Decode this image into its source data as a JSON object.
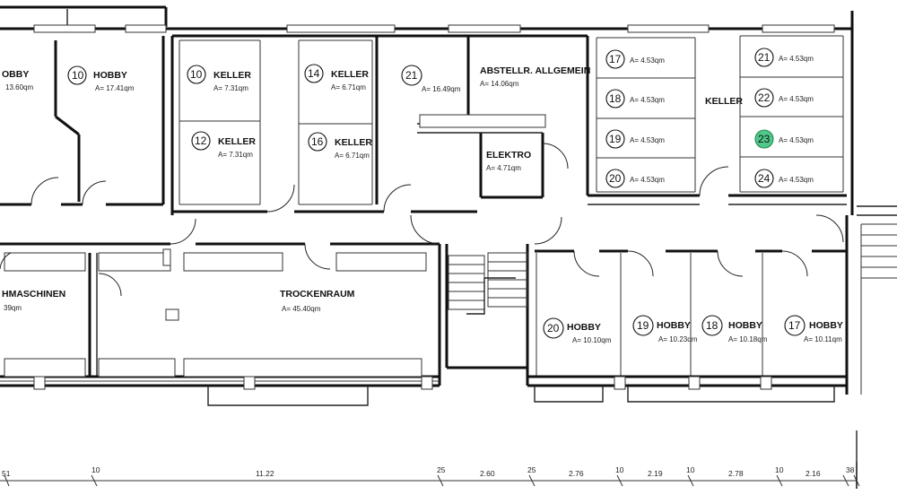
{
  "colors": {
    "line": "#111111",
    "highlight": "#4fc98a"
  },
  "rooms": [
    {
      "key": "hobby-left",
      "label": "OBBY",
      "area": "13.60qm"
    },
    {
      "key": "hobby-10",
      "num": "10",
      "label": "HOBBY",
      "area": "A= 17.41qm"
    },
    {
      "key": "keller-10",
      "num": "10",
      "label": "KELLER",
      "area": "A= 7.31qm"
    },
    {
      "key": "keller-12",
      "num": "12",
      "label": "KELLER",
      "area": "A= 7.31qm"
    },
    {
      "key": "keller-14",
      "num": "14",
      "label": "KELLER",
      "area": "A= 6.71qm"
    },
    {
      "key": "keller-16",
      "num": "16",
      "label": "KELLER",
      "area": "A= 6.71qm"
    },
    {
      "key": "room-21a",
      "num": "21",
      "area": "A= 16.49qm"
    },
    {
      "key": "abstell",
      "label": "ABSTELLR. ALLGEMEIN",
      "area": "A= 14.06qm"
    },
    {
      "key": "elektro",
      "label": "ELEKTRO",
      "area": "A= 4.71qm"
    },
    {
      "key": "keller-big",
      "label": "KELLER"
    },
    {
      "key": "hmaschinen",
      "label": "HMASCHINEN",
      "area": "39qm"
    },
    {
      "key": "trockenraum",
      "label": "TROCKENRAUM",
      "area": "A= 45.40qm"
    },
    {
      "key": "hobby-20",
      "num": "20",
      "label": "HOBBY",
      "area": "A= 10.10qm"
    },
    {
      "key": "hobby-19",
      "num": "19",
      "label": "HOBBY",
      "area": "A= 10.23qm"
    },
    {
      "key": "hobby-18",
      "num": "18",
      "label": "HOBBY",
      "area": "A= 10.18qm"
    },
    {
      "key": "hobby-17",
      "num": "17",
      "label": "HOBBY",
      "area": "A= 10.11qm"
    }
  ],
  "lockers": [
    {
      "num": "17",
      "area": "A= 4.53qm"
    },
    {
      "num": "18",
      "area": "A= 4.53qm"
    },
    {
      "num": "19",
      "area": "A= 4.53qm"
    },
    {
      "num": "20",
      "area": "A= 4.53qm"
    },
    {
      "num": "21",
      "area": "A= 4.53qm"
    },
    {
      "num": "22",
      "area": "A= 4.53qm"
    },
    {
      "num": "23",
      "area": "A= 4.53qm",
      "highlighted": true
    },
    {
      "num": "24",
      "area": "A= 4.53qm"
    }
  ],
  "dimensions": [
    "51",
    "10",
    "11.22",
    "25",
    "2.60",
    "25",
    "2.76",
    "10",
    "2.19",
    "10",
    "2.78",
    "10",
    "2.16",
    "38"
  ]
}
